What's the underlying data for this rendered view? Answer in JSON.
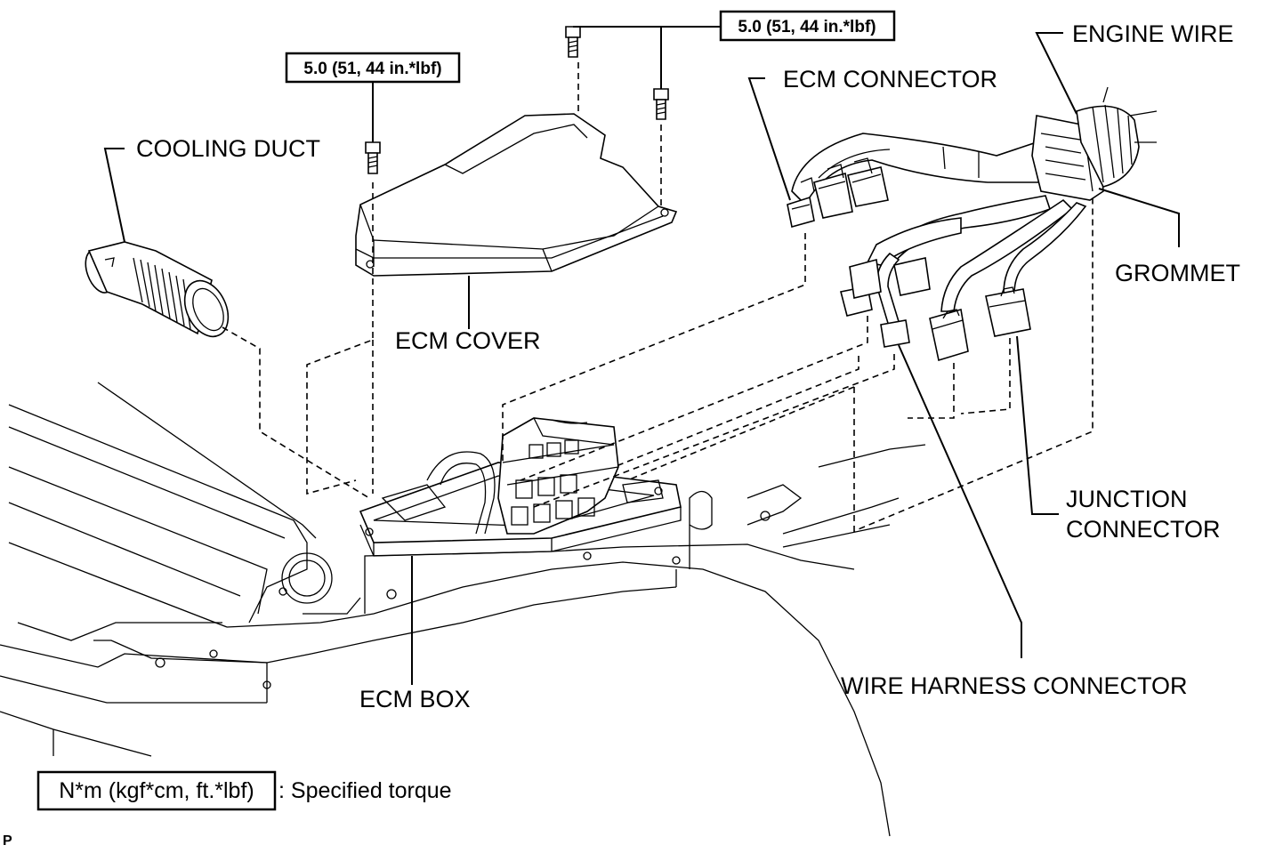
{
  "labels": {
    "cooling_duct": "COOLING DUCT",
    "ecm_cover": "ECM COVER",
    "ecm_connector": "ECM CONNECTOR",
    "engine_wire": "ENGINE WIRE",
    "grommet": "GROMMET",
    "junction_connector_line1": "JUNCTION",
    "junction_connector_line2": "CONNECTOR",
    "wire_harness_connector": "WIRE HARNESS CONNECTOR",
    "ecm_box": "ECM BOX"
  },
  "torque": {
    "left_bolt": "5.0 (51, 44 in.*lbf)",
    "right_bolts": "5.0 (51, 44 in.*lbf)"
  },
  "legend": {
    "unit_box": "N*m (kgf*cm, ft.*lbf)",
    "description": ": Specified torque"
  },
  "corner_code": "P"
}
